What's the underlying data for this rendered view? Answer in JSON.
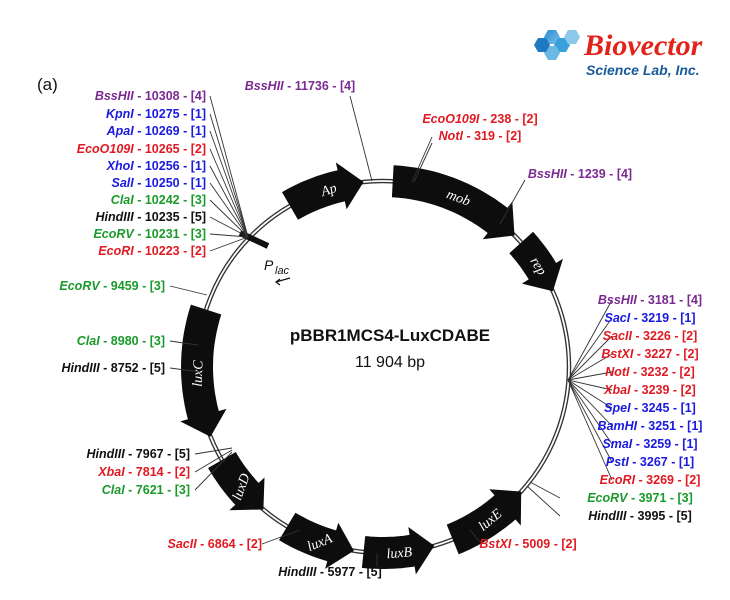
{
  "panel_label": "(a)",
  "logo": {
    "name": "Biovector",
    "sub": "Science Lab, Inc."
  },
  "plasmid": {
    "name": "pBBR1MCS4-LuxCDABE",
    "size": "11 904 bp",
    "promoter": "P",
    "promoter_sub": "lac"
  },
  "colors": {
    "group1": "#1a1ae0",
    "group2": "#e01a22",
    "group3": "#1a9a2a",
    "group4": "#7a2a90",
    "group5": "#111111"
  },
  "genes": [
    {
      "name": "Ap",
      "direction": "counterclockwise"
    },
    {
      "name": "mob",
      "direction": "counterclockwise"
    },
    {
      "name": "rep",
      "direction": "clockwise"
    },
    {
      "name": "luxC",
      "direction": "counterclockwise"
    },
    {
      "name": "luxD",
      "direction": "counterclockwise"
    },
    {
      "name": "luxA",
      "direction": "clockwise"
    },
    {
      "name": "luxB",
      "direction": "clockwise"
    },
    {
      "name": "luxE",
      "direction": "clockwise"
    }
  ],
  "sites": [
    {
      "enzyme": "BssHII",
      "pos": "11736",
      "group": "4"
    },
    {
      "enzyme": "EcoO109I",
      "pos": "238",
      "group": "2"
    },
    {
      "enzyme": "NotI",
      "pos": "319",
      "group": "2"
    },
    {
      "enzyme": "BssHII",
      "pos": "1239",
      "group": "4"
    },
    {
      "enzyme": "BssHII",
      "pos": "10308",
      "group": "4"
    },
    {
      "enzyme": "KpnI",
      "pos": "10275",
      "group": "1"
    },
    {
      "enzyme": "ApaI",
      "pos": "10269",
      "group": "1"
    },
    {
      "enzyme": "EcoO109I",
      "pos": "10265",
      "group": "2"
    },
    {
      "enzyme": "XhoI",
      "pos": "10256",
      "group": "1"
    },
    {
      "enzyme": "SalI",
      "pos": "10250",
      "group": "1"
    },
    {
      "enzyme": "ClaI",
      "pos": "10242",
      "group": "3"
    },
    {
      "enzyme": "HindIII",
      "pos": "10235",
      "group": "5"
    },
    {
      "enzyme": "EcoRV",
      "pos": "10231",
      "group": "3"
    },
    {
      "enzyme": "EcoRI",
      "pos": "10223",
      "group": "2"
    },
    {
      "enzyme": "EcoRV",
      "pos": "9459",
      "group": "3"
    },
    {
      "enzyme": "ClaI",
      "pos": "8980",
      "group": "3"
    },
    {
      "enzyme": "HindIII",
      "pos": "8752",
      "group": "5"
    },
    {
      "enzyme": "HindIII",
      "pos": "7967",
      "group": "5"
    },
    {
      "enzyme": "XbaI",
      "pos": "7814",
      "group": "2"
    },
    {
      "enzyme": "ClaI",
      "pos": "7621",
      "group": "3"
    },
    {
      "enzyme": "SacII",
      "pos": "6864",
      "group": "2"
    },
    {
      "enzyme": "HindIII",
      "pos": "5977",
      "group": "5"
    },
    {
      "enzyme": "BstXI",
      "pos": "5009",
      "group": "2"
    },
    {
      "enzyme": "HindIII",
      "pos": "3995",
      "group": "5"
    },
    {
      "enzyme": "EcoRV",
      "pos": "3971",
      "group": "3"
    },
    {
      "enzyme": "EcoRI",
      "pos": "3269",
      "group": "2"
    },
    {
      "enzyme": "PstI",
      "pos": "3267",
      "group": "1"
    },
    {
      "enzyme": "SmaI",
      "pos": "3259",
      "group": "1"
    },
    {
      "enzyme": "BamHI",
      "pos": "3251",
      "group": "1"
    },
    {
      "enzyme": "SpeI",
      "pos": "3245",
      "group": "1"
    },
    {
      "enzyme": "XbaI",
      "pos": "3239",
      "group": "2"
    },
    {
      "enzyme": "NotI",
      "pos": "3232",
      "group": "2"
    },
    {
      "enzyme": "BstXI",
      "pos": "3227",
      "group": "2"
    },
    {
      "enzyme": "SacII",
      "pos": "3226",
      "group": "2"
    },
    {
      "enzyme": "SacI",
      "pos": "3219",
      "group": "1"
    },
    {
      "enzyme": "BssHII",
      "pos": "3181",
      "group": "4"
    }
  ]
}
